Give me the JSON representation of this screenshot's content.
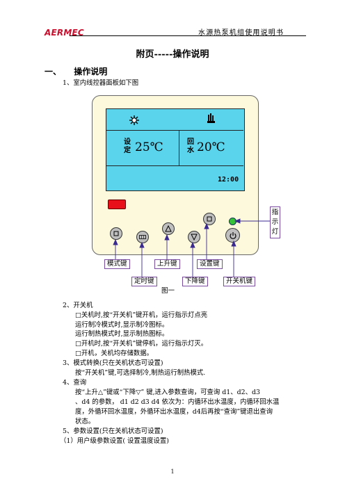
{
  "header": {
    "logo": "AERMEC",
    "title": "水源热泵机组使用说明书"
  },
  "doc": {
    "title": "附页-----操作说明",
    "section1": {
      "num": "一、",
      "title": "操作说明"
    },
    "sub1": "1、室内线控器面板如下图"
  },
  "panel": {
    "lcd": {
      "set_label": "设定",
      "set_temp": "25℃",
      "return_label": "回水",
      "return_temp": "20℃",
      "time": "12:00"
    },
    "callouts": {
      "mode": "模式键",
      "up": "上升键",
      "set": "设置键",
      "timer": "定时键",
      "down": "下降键",
      "power": "开关机键",
      "indicator": "指示灯"
    },
    "figure_caption": "图一"
  },
  "body": {
    "lines": [
      "2、开关机",
      "□关机时,按“开关机”键开机，运行指示灯点亮",
      "运行制冷模式时,显示制冷图标。",
      "运行制热模式时,显示制热图标。",
      "□开机时,按“开关机”键停机，运行指示灯灭。",
      "□开机，关机均存储数据。",
      "3、模式转换(只在关机状态可设置)",
      "按“开关机”键,可选择制冷,制热运行制热模式.",
      "4、查询",
      "按“上升△”键或“下降▽” 键,进入参数查询，可查询 d1、d2、d3",
      "、d4 的参数， d1 d2 d3 d4 依次为：内循环出水温度，内循环回水温",
      "度，外循环回水温度，外循环出水温度，d4后再按“查询”键退出查询",
      "状态。",
      "5、参数设置(只在关机状态可设置)",
      "（1）用户级参数设置( 设置温度设置)"
    ]
  },
  "page_number": "1",
  "colors": {
    "lcd": "#5ad4ec",
    "panel": "#fcf9dc",
    "red_button": "#e8101a",
    "led": "#36c436",
    "callout_border": "#7a4aa0"
  }
}
